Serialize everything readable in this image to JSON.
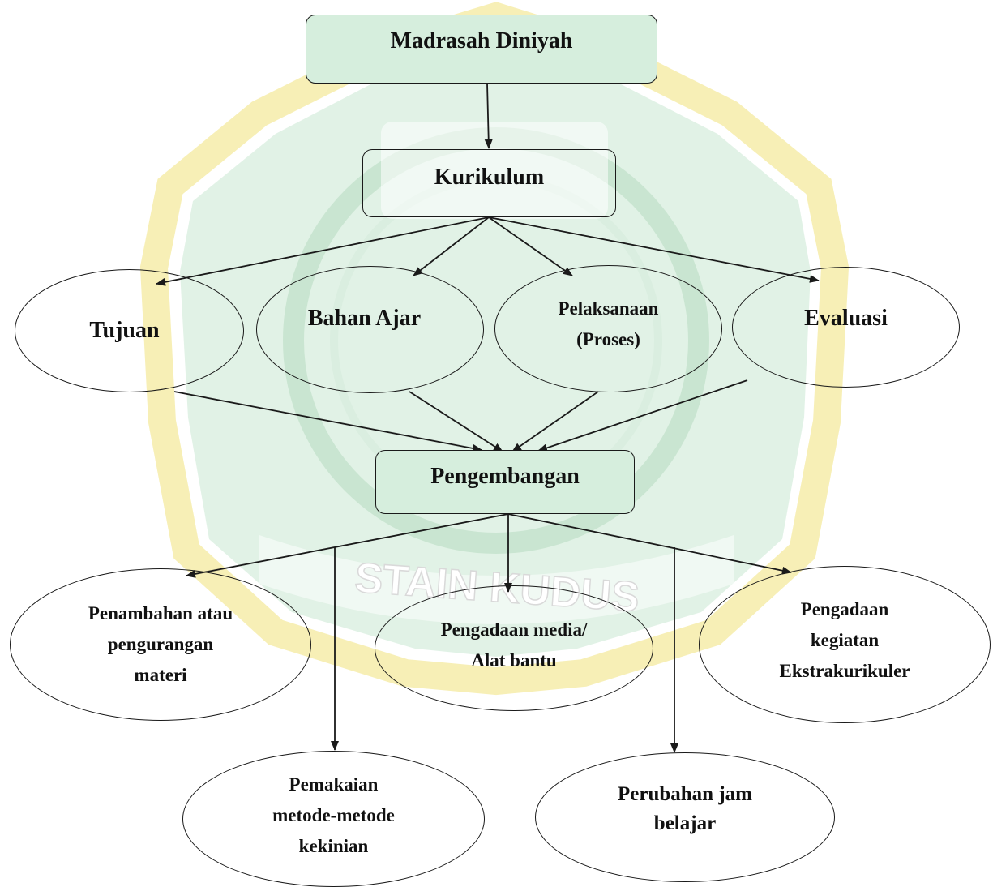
{
  "colors": {
    "box_fill": "#d6eedd",
    "stroke": "#1a1a1a",
    "watermark_green": "#c9e7d2",
    "watermark_yellow": "#f7efb6"
  },
  "watermark": {
    "text": "STAIN KUDUS"
  },
  "nodes": {
    "madrasah": "Madrasah Diniyah",
    "kurikulum": "Kurikulum",
    "tujuan": "Tujuan",
    "bahan": "Bahan Ajar",
    "pelaksanaan": "Pelaksanaan\n(Proses)",
    "evaluasi": "Evaluasi",
    "pengembangan": "Pengembangan",
    "penambahan": "Penambahan atau\npengurangan\nmateri",
    "pengadaan_media": "Pengadaan media/\nAlat bantu",
    "pengadaan_kegiatan": "Pengadaan\nkegiatan\nEkstrakurikuler",
    "pemakaian": "Pemakaian\nmetode-metode\nkekinian",
    "perubahan": "Perubahan jam\nbelajar"
  }
}
